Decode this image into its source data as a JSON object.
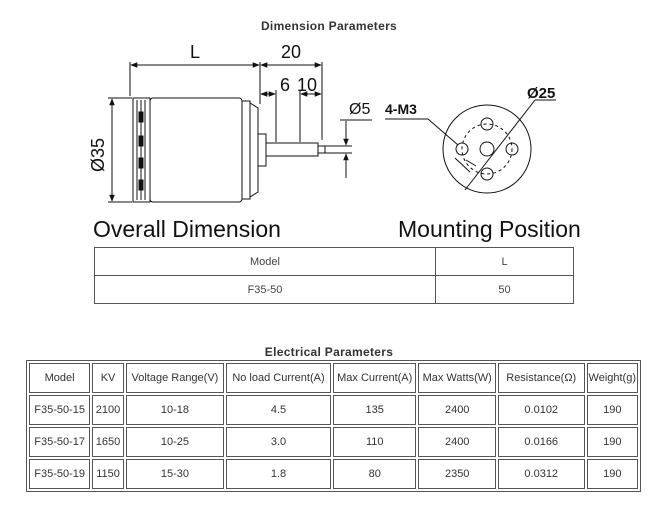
{
  "dimension": {
    "heading": "Dimension Parameters",
    "labels": {
      "L": "L",
      "d20": "20",
      "d6": "6",
      "d10": "10",
      "phi5": "Ø5",
      "phi35": "Ø35",
      "m3": "4-M3",
      "phi25": "Ø25"
    },
    "overall_caption": "Overall Dimension",
    "mounting_caption": "Mounting Position",
    "table": {
      "headers": [
        "Model",
        "L"
      ],
      "rows": [
        [
          "F35-50",
          "50"
        ]
      ]
    }
  },
  "electrical": {
    "heading": "Electrical Parameters",
    "headers": [
      "Model",
      "KV",
      "Voltage Range(V)",
      "No load Current(A)",
      "Max Current(A)",
      "Max Watts(W)",
      "Resistance(Ω)",
      "Weight(g)"
    ],
    "rows": [
      [
        "F35-50-15",
        "2100",
        "10-18",
        "4.5",
        "135",
        "2400",
        "0.0102",
        "190"
      ],
      [
        "F35-50-17",
        "1650",
        "10-25",
        "3.0",
        "110",
        "2400",
        "0.0166",
        "190"
      ],
      [
        "F35-50-19",
        "1150",
        "15-30",
        "1.8",
        "80",
        "2350",
        "0.0312",
        "190"
      ]
    ]
  }
}
